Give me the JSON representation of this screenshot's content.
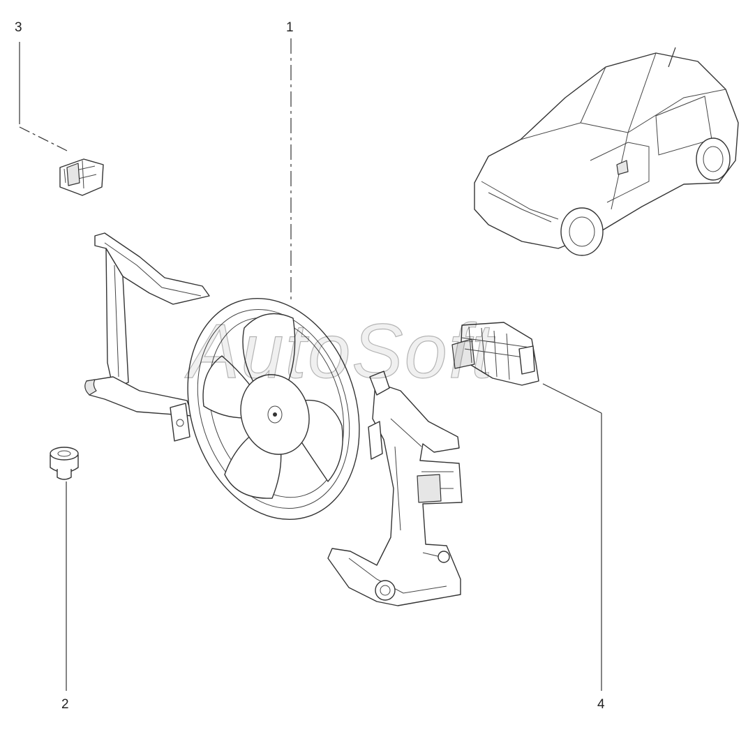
{
  "callouts": {
    "c1": "1",
    "c2": "2",
    "c3": "3",
    "c4": "4"
  },
  "watermark": "AutoSoft",
  "colors": {
    "line": "#333333",
    "background": "#ffffff"
  }
}
